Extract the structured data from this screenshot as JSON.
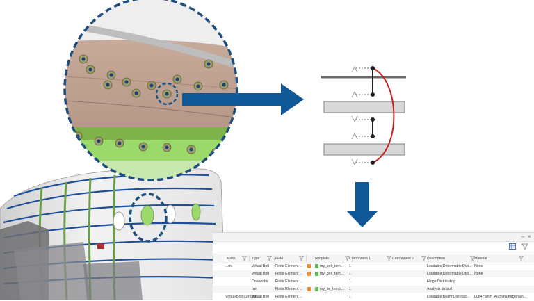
{
  "colors": {
    "circle_border": "#1c4e80",
    "arrow": "#0f5796",
    "spring": "#c42020",
    "plate_fill": "#d8d8d8",
    "cabin_green": "#9ad96a",
    "material_swatch": "#f28c28",
    "template_icon": "#5fb85a"
  },
  "icons": {
    "minimize": "minimize-icon",
    "close": "close-icon",
    "table_view": "table-view-icon",
    "column_filter": "filter-icon"
  },
  "window": {
    "minimize_glyph": "–",
    "close_glyph": "×"
  },
  "table": {
    "columns": [
      "Mesh",
      "Type",
      "FEM",
      "Template",
      "Component 1",
      "Component 2",
      "Description",
      "Material"
    ],
    "rows": [
      {
        "mesh": "...m",
        "type": "Virtual Bolt",
        "fem": "Finite Element ...",
        "material_swatch": true,
        "template": "my_bolt_tem...",
        "component1": "1",
        "component2": "",
        "description": "Loadable;Deformable;Dist...",
        "material": "None"
      },
      {
        "mesh": "",
        "type": "Virtual Bolt",
        "fem": "Finite Element ...",
        "material_swatch": true,
        "template": "my_bolt_tem...",
        "component1": "1",
        "component2": "",
        "description": "Loadable;Deformable;Dist...",
        "material": "None"
      },
      {
        "mesh": "",
        "type": "Connector",
        "fem": "Finite Element ...",
        "material_swatch": false,
        "template": "",
        "component1": "1",
        "component2": "",
        "description": "Hinge;Distributing",
        "material": ""
      },
      {
        "mesh": "",
        "type": "nie",
        "fem": "Finite Element ...",
        "material_swatch": true,
        "template": "my_tie_templ...",
        "component1": "1",
        "component2": "",
        "description": "Analysis default",
        "material": ""
      },
      {
        "mesh": "Virtual Bolt Concep...",
        "type": "Virtual Bolt",
        "fem": "Finite Element ...",
        "material_swatch": false,
        "template": "",
        "component1": "1",
        "component2": "",
        "description": "Loadable;Beam;Distribut...",
        "material": "006475mm_Aluminium(Behavi..."
      }
    ]
  }
}
